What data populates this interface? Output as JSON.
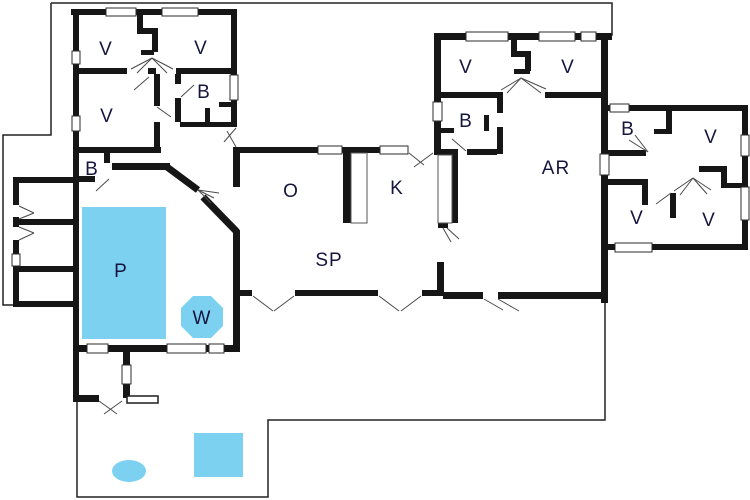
{
  "colors": {
    "bg": "#ffffff",
    "wall": "#161616",
    "water": "#7cd1f0",
    "label": "#15153f"
  },
  "plan": {
    "rooms": [
      {
        "id": "bedroom-nw-left",
        "label": "V"
      },
      {
        "id": "bedroom-nw-right",
        "label": "V"
      },
      {
        "id": "bedroom-nw-mid",
        "label": "V"
      },
      {
        "id": "bath-nw",
        "label": "B"
      },
      {
        "id": "bath-poolhall",
        "label": "B"
      },
      {
        "id": "dining-room",
        "label": "O"
      },
      {
        "id": "kitchen",
        "label": "K"
      },
      {
        "id": "living-room",
        "label": "SP"
      },
      {
        "id": "bedroom-ne-left",
        "label": "V"
      },
      {
        "id": "bedroom-ne-right",
        "label": "V"
      },
      {
        "id": "bath-ne",
        "label": "B"
      },
      {
        "id": "family-room",
        "label": "AR"
      },
      {
        "id": "bath-east",
        "label": "B"
      },
      {
        "id": "bedroom-east-top",
        "label": "V"
      },
      {
        "id": "bedroom-east-bottomleft",
        "label": "V"
      },
      {
        "id": "bedroom-east-bottomright",
        "label": "V"
      },
      {
        "id": "pool",
        "label": "P"
      },
      {
        "id": "whirlpool",
        "label": "W"
      }
    ]
  }
}
